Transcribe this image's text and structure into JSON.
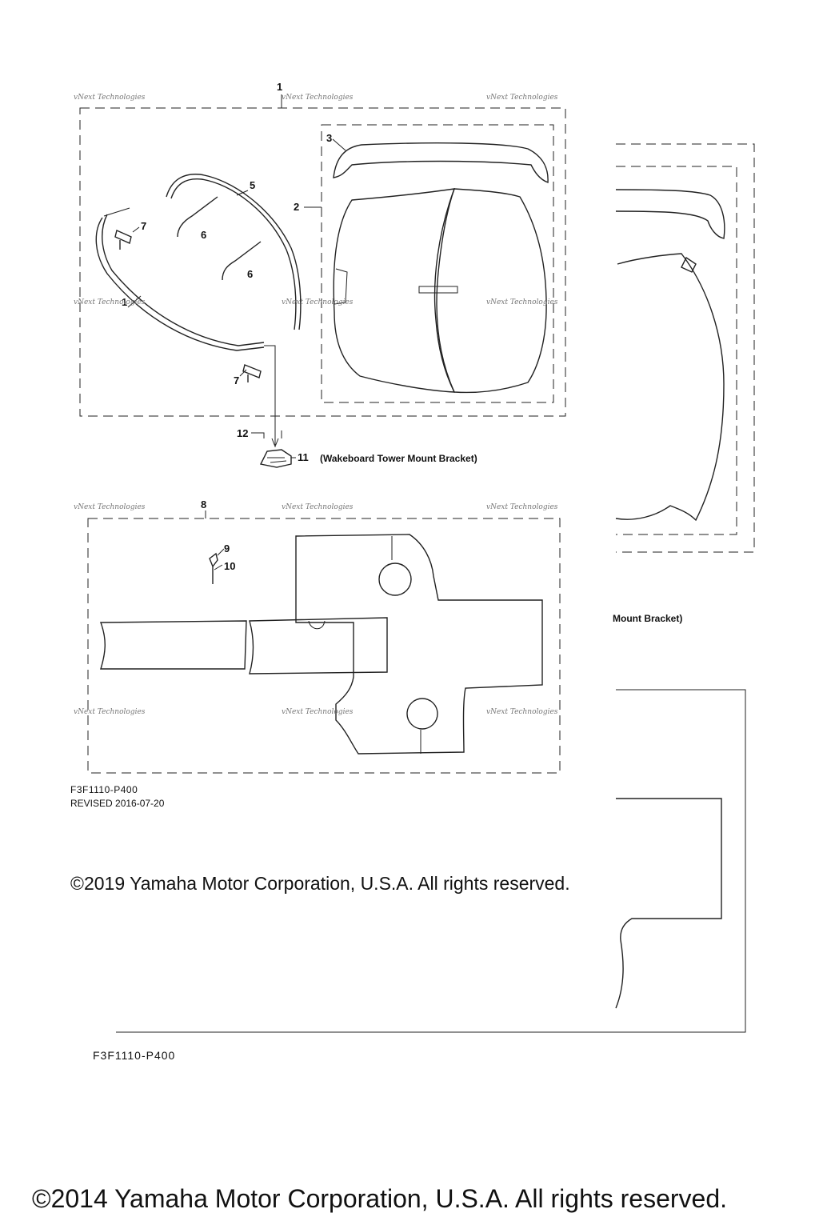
{
  "callouts": {
    "c1": "1",
    "c1b": "1",
    "c2": "2",
    "c3": "3",
    "c5": "5",
    "c6a": "6",
    "c6b": "6",
    "c7a": "7",
    "c7b": "7",
    "c8": "8",
    "c9": "9",
    "c10": "10",
    "c11": "11",
    "c12": "12"
  },
  "captions": {
    "bracket": "(Wakeboard Tower Mount Bracket)",
    "bracket_clipped": "Mount Bracket)"
  },
  "watermark": "vNext Technologies",
  "footer": {
    "code_small": "F3F1110-P400",
    "revised": "REVISED 2016-07-20",
    "copyright_2019": "©2019 Yamaha Motor Corporation, U.S.A. All rights reserved.",
    "code_large": "F3F1110-P400",
    "copyright_2014": "©2014 Yamaha Motor Corporation, U.S.A. All rights reserved."
  }
}
